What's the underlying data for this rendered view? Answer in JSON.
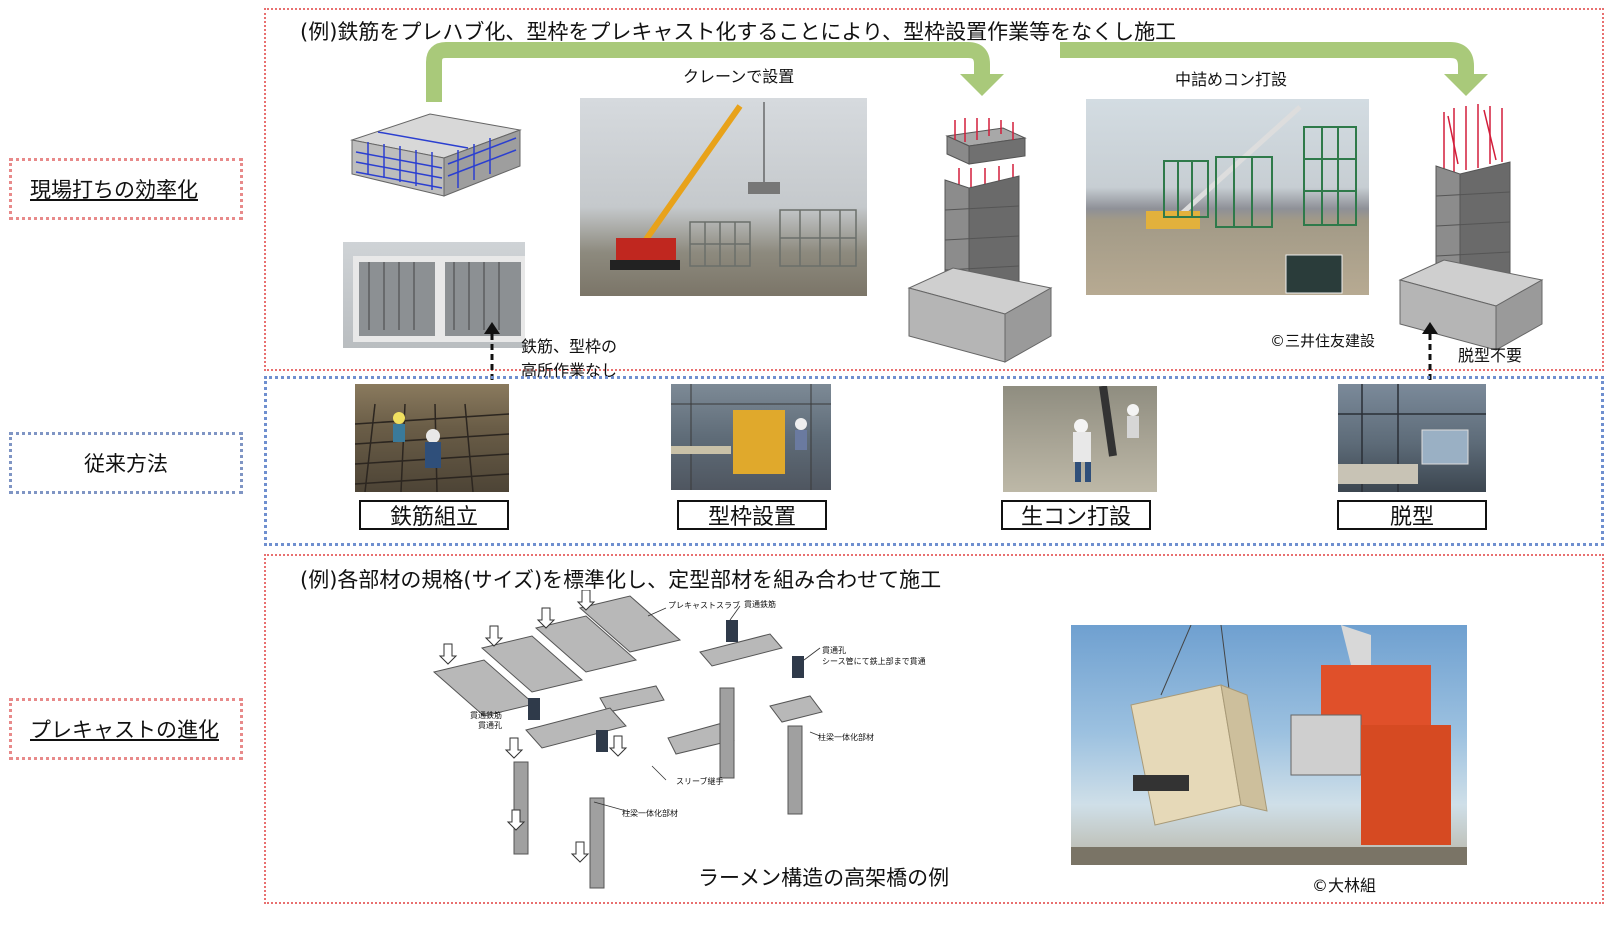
{
  "sidebar": {
    "efficiency_label": "現場打ちの効率化",
    "conventional_label": "従来方法",
    "precast_label": "プレキャストの進化"
  },
  "top_panel": {
    "example_text": "(例)鉄筋をプレハブ化、型枠をプレキャスト化することにより、型枠設置作業等をなくし施工",
    "crane_caption": "クレーンで設置",
    "concrete_caption": "中詰めコン打設",
    "no_high_work_line1": "鉄筋、型枠の",
    "no_high_work_line2": "高所作業なし",
    "credit": "©三井住友建設",
    "no_formwork_removal": "脱型不要"
  },
  "conventional_steps": [
    {
      "label": "鉄筋組立"
    },
    {
      "label": "型枠設置"
    },
    {
      "label": "生コン打設"
    },
    {
      "label": "脱型"
    }
  ],
  "bottom_panel": {
    "example_text": "(例)各部材の規格(サイズ)を標準化し、定型部材を組み合わせて施工",
    "diagram_caption": "ラーメン構造の高架橋の例",
    "credit": "©大林組",
    "diagram_labels": {
      "precast_slab": "プレキャストスラブ",
      "through_rebar_1": "貫通鉄筋",
      "through_hole_1": "貫通孔",
      "sheath_note": "シース管にて鉄上部まで貫通",
      "through_rebar_2": "貫通鉄筋",
      "through_hole_2": "貫通孔",
      "column_beam_1": "柱梁一体化部材",
      "column_beam_2": "柱梁一体化部材",
      "sleeve_joint": "スリーブ継手"
    }
  },
  "colors": {
    "arrow_green": "#a9c97a",
    "red_frame": "#e87070",
    "blue_frame": "#6f8fcf"
  }
}
